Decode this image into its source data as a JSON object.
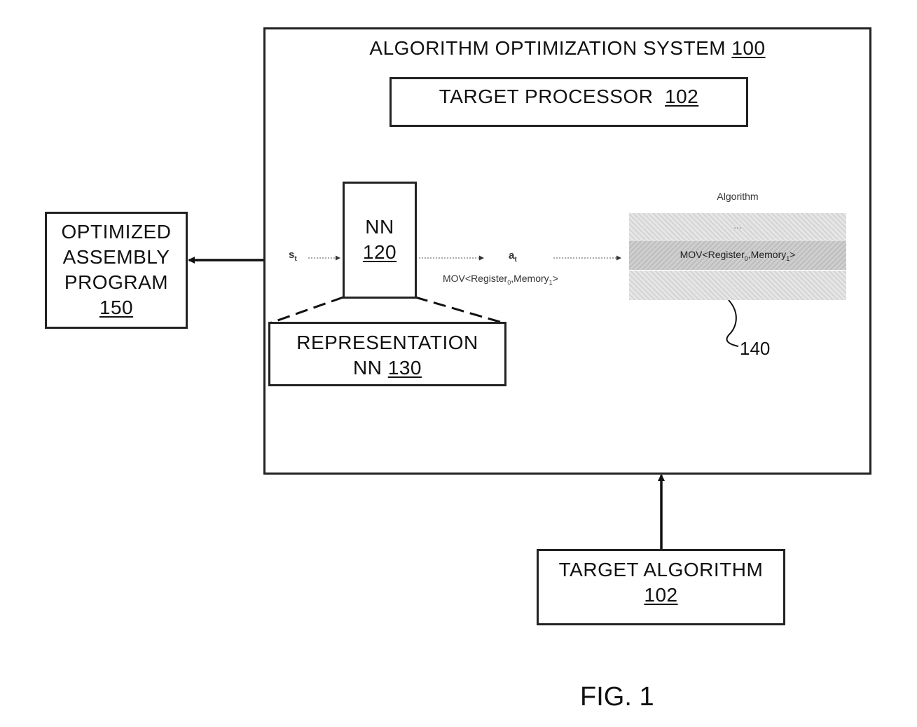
{
  "system": {
    "title": "ALGORITHM OPTIMIZATION SYSTEM",
    "ref": "100"
  },
  "processor": {
    "title": "TARGET PROCESSOR",
    "ref": "102"
  },
  "nn": {
    "title": "NN",
    "ref": "120"
  },
  "representation": {
    "line1": "REPRESENTATION",
    "line2": "NN",
    "ref": "130"
  },
  "optimized": {
    "line1": "OPTIMIZED",
    "line2": "ASSEMBLY",
    "line3": "PROGRAM",
    "ref": "150"
  },
  "target_algorithm": {
    "title": "TARGET ALGORITHM",
    "ref": "102"
  },
  "state": {
    "base": "s",
    "sub": "t"
  },
  "action": {
    "base": "a",
    "sub": "t",
    "instr_prefix": "MOV<Register",
    "reg_sub": "0",
    "mid": ",Memory",
    "mem_sub": "1",
    "suffix": ">"
  },
  "algorithm": {
    "label": "Algorithm",
    "dots": "...",
    "row_prefix": "MOV<Register",
    "row_reg_sub": "0",
    "row_mid": ",Memory",
    "row_mem_sub": "1",
    "row_suffix": ">",
    "ref": "140"
  },
  "figure": {
    "caption": "FIG. 1"
  }
}
